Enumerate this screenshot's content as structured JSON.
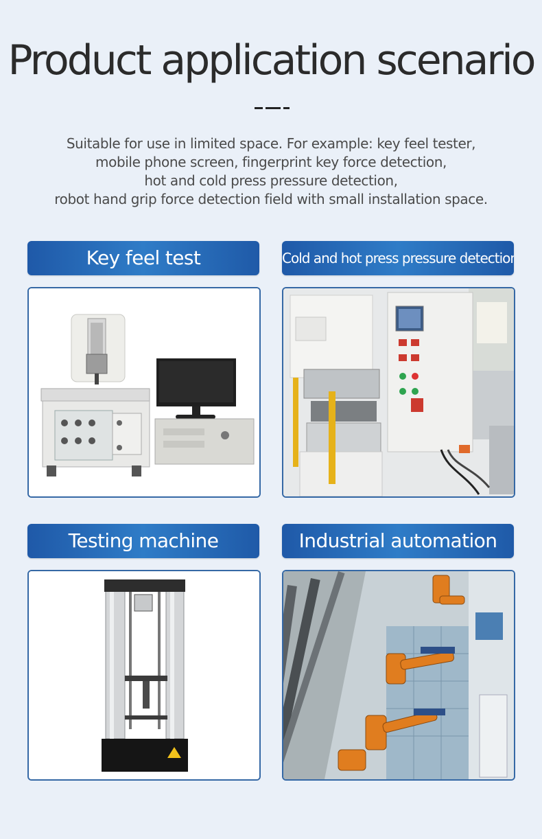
{
  "page": {
    "title": "Product application scenario",
    "description_lines": [
      "Suitable for use in limited space. For example: key feel tester,",
      "mobile phone screen, fingerprint key force detection,",
      "hot and cold press pressure detection,",
      "robot hand grip force detection field with small installation space."
    ]
  },
  "scenarios": [
    {
      "label": "Key feel test"
    },
    {
      "label": "Cold and hot press pressure detection"
    },
    {
      "label": "Testing machine"
    },
    {
      "label": "Industrial automation"
    }
  ]
}
